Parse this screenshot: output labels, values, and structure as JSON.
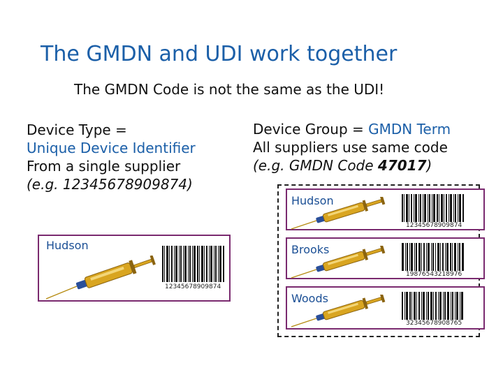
{
  "title": "The GMDN and UDI work together",
  "subtitle": "The GMDN Code is not the same as the UDI!",
  "left": {
    "line1": "Device Type =",
    "line2": "Unique Device Identifier",
    "line3": "From a single supplier",
    "line4": "(e.g. 12345678909874)"
  },
  "right": {
    "line1_prefix": "Device Group = ",
    "line1_term": "GMDN Term",
    "line2": "All suppliers use same code",
    "line3_prefix": "(e.g. GMDN Code ",
    "line3_code": "47017",
    "line3_suffix": ")"
  },
  "left_card": {
    "supplier": "Hudson",
    "code": "12345678909874"
  },
  "right_cards": [
    {
      "supplier": "Hudson",
      "code": "12345678909874"
    },
    {
      "supplier": "Brooks",
      "code": "19876543218976"
    },
    {
      "supplier": "Woods",
      "code": "32345678908765"
    }
  ],
  "colors": {
    "accent": "#1b5fa8",
    "purple": "#7a2a6f",
    "syringe_gold": "#d9a520",
    "syringe_blue": "#2a4f9a"
  }
}
